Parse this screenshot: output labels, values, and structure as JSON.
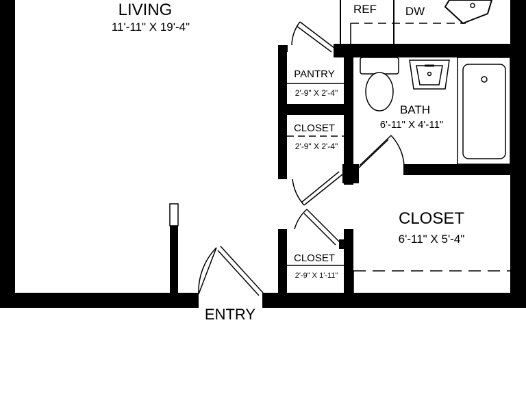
{
  "colors": {
    "wall": "#000000",
    "background": "#ffffff",
    "fixture_stroke": "#000000"
  },
  "rooms": {
    "living": {
      "name": "LIVING",
      "dims": "11'-11\" X 19'-4\""
    },
    "ref": {
      "name": "REF"
    },
    "dw": {
      "name": "DW"
    },
    "pantry": {
      "name": "PANTRY",
      "dims": "2'-9\" X 2'-4\""
    },
    "closet_a": {
      "name": "CLOSET",
      "dims": "2'-9\" X 2'-4\""
    },
    "bath": {
      "name": "BATH",
      "dims": "6'-11\" X 4'-11\""
    },
    "closet_b": {
      "name": "CLOSET",
      "dims": "6'-11\" X 5'-4\""
    },
    "closet_c": {
      "name": "CLOSET",
      "dims": "2'-9\" X 1'-11\""
    },
    "entry": {
      "name": "ENTRY"
    }
  },
  "fixtures": [
    "door-swing-icon",
    "toilet-icon",
    "sink-icon",
    "bathtub-icon",
    "kitchen-sink-icon"
  ]
}
